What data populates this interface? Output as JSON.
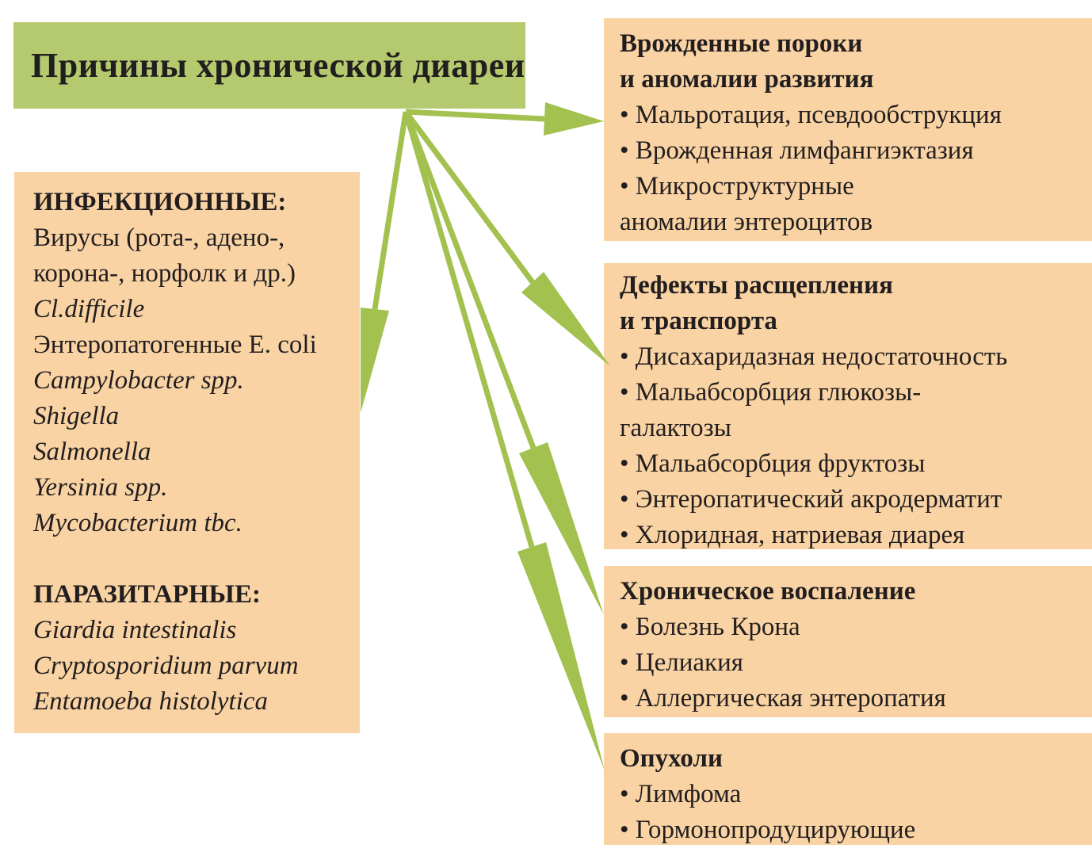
{
  "title": {
    "text": "Причины хронической диареи"
  },
  "colors": {
    "green_box": "#b5ca6e",
    "arrow": "#a2c14f",
    "orange_box": "#f9d3a3",
    "text": "#221e1f"
  },
  "left_box": {
    "lines": [
      {
        "text": "ИНФЕКЦИОННЫЕ:",
        "style": "bold"
      },
      {
        "text": "Вирусы (рота-, адено-,",
        "style": "normal"
      },
      {
        "text": "корона-, норфолк и др.)",
        "style": "normal"
      },
      {
        "text": "Cl.difficile",
        "style": "italic"
      },
      {
        "text": "Энтеропатогенные E. coli",
        "style": "normal"
      },
      {
        "text": "Campylobacter spp.",
        "style": "italic"
      },
      {
        "text": "Shigella",
        "style": "italic"
      },
      {
        "text": "Salmonella",
        "style": "italic"
      },
      {
        "text": "Yersinia spp.",
        "style": "italic"
      },
      {
        "text": "Mycobacterium tbc.",
        "style": "italic"
      },
      {
        "text": "",
        "style": "normal"
      },
      {
        "text": "ПАРАЗИТАРНЫЕ:",
        "style": "bold"
      },
      {
        "text": "Giardia intestinalis",
        "style": "italic"
      },
      {
        "text": "Cryptosporidium parvum",
        "style": "italic"
      },
      {
        "text": "Entamoeba histolytica",
        "style": "italic"
      }
    ]
  },
  "right_boxes": [
    {
      "name": "congenital-malformations",
      "lines": [
        {
          "text": "Врожденные пороки",
          "style": "bold"
        },
        {
          "text": "и аномалии развития",
          "style": "bold"
        },
        {
          "text": "• Мальротация, псевдообструкция",
          "style": "normal"
        },
        {
          "text": "• Врожденная лимфангиэктазия",
          "style": "normal"
        },
        {
          "text": "• Микроструктурные",
          "style": "normal"
        },
        {
          "text": "аномалии энтероцитов",
          "style": "normal"
        }
      ]
    },
    {
      "name": "digestion-transport-defects",
      "lines": [
        {
          "text": "Дефекты расщепления",
          "style": "bold"
        },
        {
          "text": "и транспорта",
          "style": "bold"
        },
        {
          "text": "• Дисахаридазная недостаточность",
          "style": "normal"
        },
        {
          "text": "• Мальабсорбция глюкозы-",
          "style": "normal"
        },
        {
          "text": "галактозы",
          "style": "normal"
        },
        {
          "text": "• Мальабсорбция фруктозы",
          "style": "normal"
        },
        {
          "text": "• Энтеропатический акродерматит",
          "style": "normal"
        },
        {
          "text": "• Хлоридная, натриевая диарея",
          "style": "normal"
        }
      ]
    },
    {
      "name": "chronic-inflammation",
      "lines": [
        {
          "text": "Хроническое воспаление",
          "style": "bold"
        },
        {
          "text": "• Болезнь Крона",
          "style": "normal"
        },
        {
          "text": "• Целиакия",
          "style": "normal"
        },
        {
          "text": "• Аллергическая энтеропатия",
          "style": "normal"
        }
      ]
    },
    {
      "name": "tumors",
      "lines": [
        {
          "text": "Опухоли",
          "style": "bold"
        },
        {
          "text": "• Лимфома",
          "style": "normal"
        },
        {
          "text": "• Гормонопродуцирующие",
          "style": "normal"
        }
      ]
    }
  ]
}
